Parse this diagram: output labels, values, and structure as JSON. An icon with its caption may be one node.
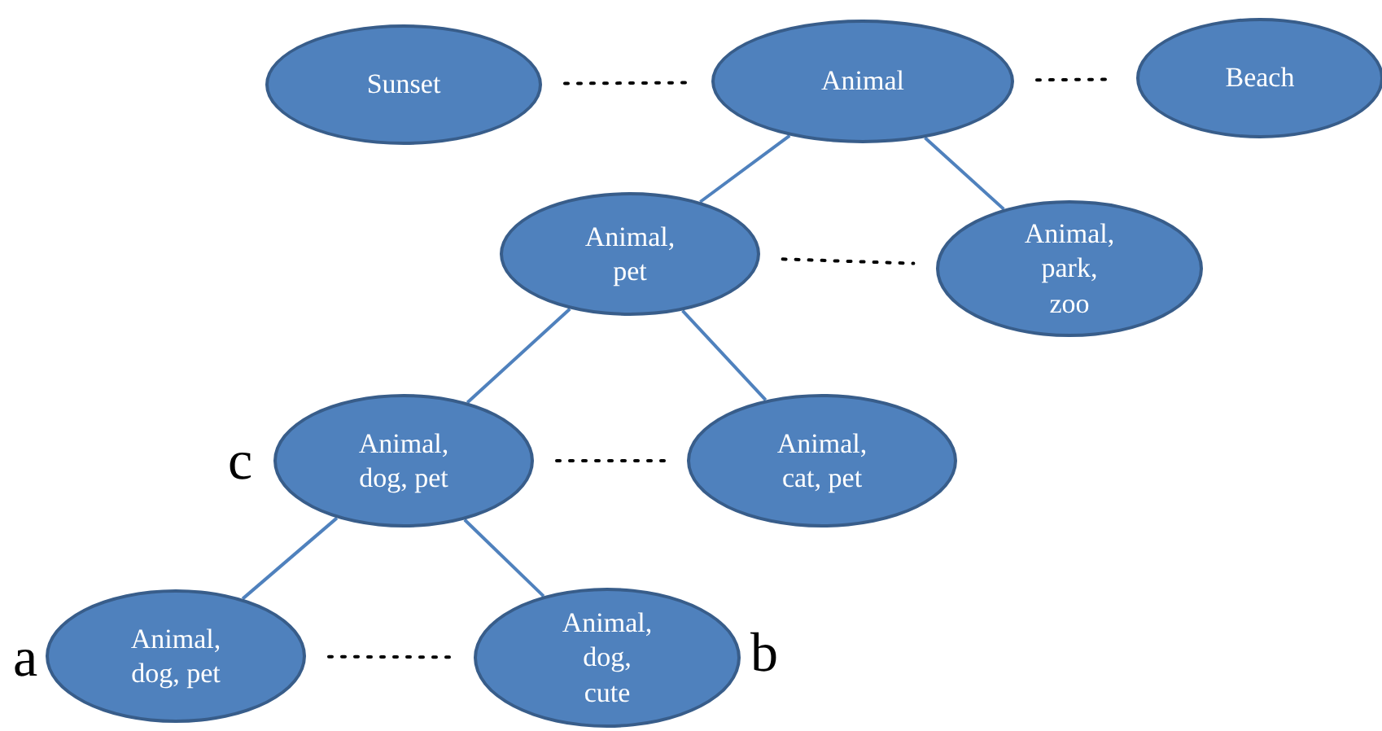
{
  "diagram": {
    "nodes": [
      {
        "text": [
          "Sunset"
        ]
      },
      {
        "text": [
          "Animal"
        ]
      },
      {
        "text": [
          "Beach"
        ]
      },
      {
        "text": [
          "Animal, pet"
        ]
      },
      {
        "text": [
          "Animal, park, zoo"
        ]
      },
      {
        "text": [
          "Animal, dog, pet"
        ],
        "beside": [
          "c"
        ]
      },
      {
        "text": [
          "Animal, cat,  pet"
        ]
      },
      {
        "text": [
          "Animal, dog, pet"
        ],
        "beside": [
          "a"
        ]
      },
      {
        "text": [
          "Animal, dog, cute"
        ],
        "beside": [
          "b"
        ]
      }
    ],
    "edges": [
      {
        "from": 0,
        "to": 1,
        "arrow": "none",
        "style": "dashed",
        "color": "#000000"
      },
      {
        "from": 1,
        "to": 2,
        "arrow": "none",
        "style": "dashed",
        "color": "#000000"
      },
      {
        "from": 1,
        "to": 3,
        "arrow": "none"
      },
      {
        "from": 1,
        "to": 4,
        "arrow": "none"
      },
      {
        "from": 3,
        "to": 4,
        "arrow": "none",
        "style": "dashed",
        "color": "#000000"
      },
      {
        "from": 3,
        "to": 5,
        "arrow": "none"
      },
      {
        "from": 3,
        "to": 6,
        "arrow": "none"
      },
      {
        "from": 5,
        "to": 6,
        "arrow": "none",
        "style": "dashed",
        "color": "#000000"
      },
      {
        "from": 5,
        "to": 7,
        "arrow": "none"
      },
      {
        "from": 5,
        "to": 8,
        "arrow": "none"
      },
      {
        "from": 7,
        "to": 8,
        "arrow": "none",
        "style": "dashed",
        "color": "#000000"
      }
    ]
  }
}
